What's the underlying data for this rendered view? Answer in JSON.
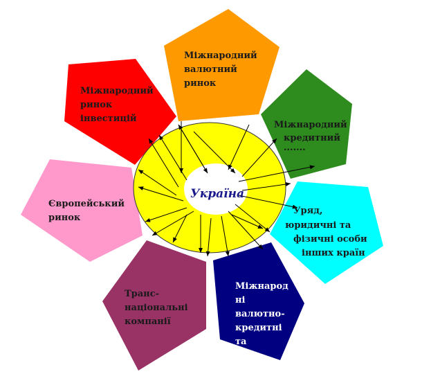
{
  "center": {
    "label": "Україна",
    "ring_color": "#ffff00",
    "inner_color": "#ffffff"
  },
  "petals": [
    {
      "id": "international-currency-market",
      "color": "#ff9900",
      "lines": [
        "Міжнародний",
        "валютний",
        "ринок"
      ]
    },
    {
      "id": "international-credit-market",
      "color": "#2e8b1e",
      "lines": [
        "Міжнародний",
        "кредитний",
        "......."
      ]
    },
    {
      "id": "foreign-government",
      "color": "#00ffff",
      "lines": [
        "Уряд,",
        "юридичні та",
        "фізичні особи",
        "інших країн"
      ]
    },
    {
      "id": "international-currency-credit-orgs",
      "color": "#000080",
      "lines": [
        "Міжнарод",
        "ні",
        "валютно-",
        "кредитні",
        "та"
      ]
    },
    {
      "id": "transnational-companies",
      "color": "#993366",
      "lines": [
        "Транс-",
        "національні",
        "компанії"
      ]
    },
    {
      "id": "european-market",
      "color": "#ff99cc",
      "lines": [
        "Європейський",
        "ринок"
      ]
    },
    {
      "id": "international-investment-market",
      "color": "#ff0000",
      "lines": [
        "Міжнародний",
        "ринок",
        "інвестицій"
      ]
    }
  ]
}
